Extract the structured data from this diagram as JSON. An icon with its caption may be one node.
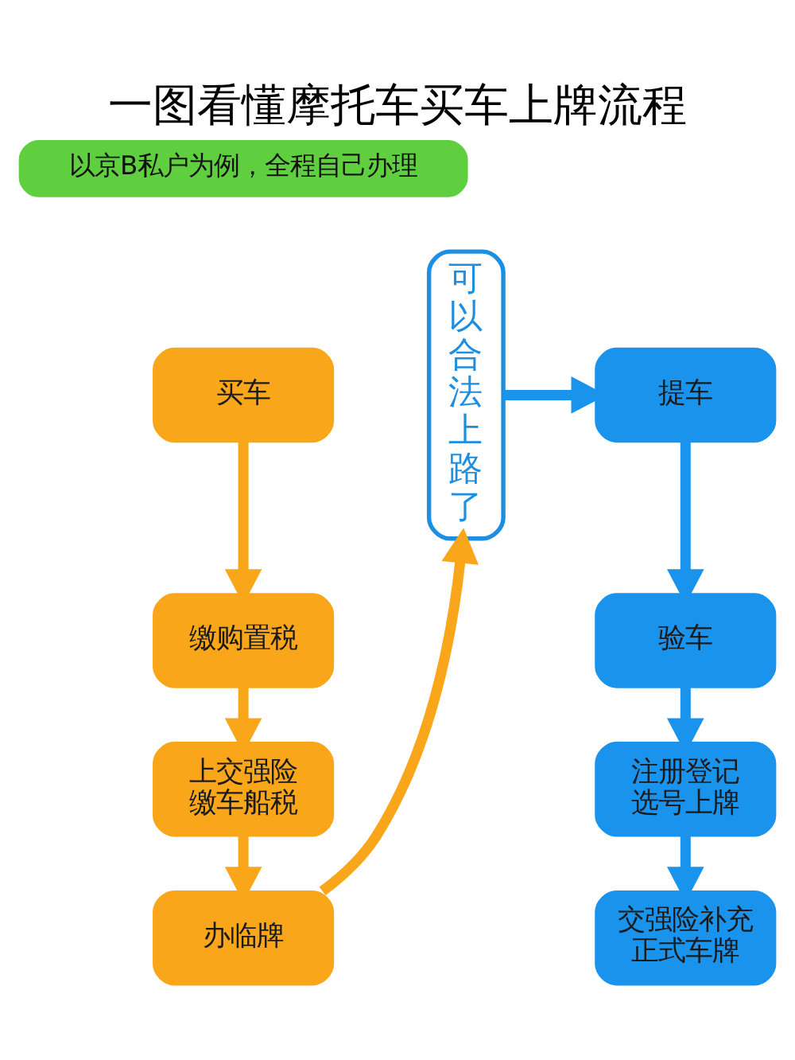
{
  "diagram": {
    "title": "一图看懂摩托车买车上牌流程",
    "nodes": [
      {
        "text": [
          "以京B私户为例，全程自己办理"
        ]
      },
      {
        "text": [
          "买车"
        ]
      },
      {
        "text": [
          "缴购置税"
        ]
      },
      {
        "text": [
          "上交强险缴车船税"
        ]
      },
      {
        "text": [
          "办临牌"
        ]
      },
      {
        "text": [
          "可以合法上路了"
        ]
      },
      {
        "text": [
          "提车"
        ]
      },
      {
        "text": [
          "验车"
        ]
      },
      {
        "text": [
          "注册登记选号上牌"
        ]
      },
      {
        "text": [
          "交强险补充正式车牌"
        ]
      }
    ],
    "edges": [
      {
        "from": 1,
        "to": 2,
        "arrow": "to",
        "color": "#f9a61a"
      },
      {
        "from": 2,
        "to": 3,
        "arrow": "to",
        "color": "#f9a61a"
      },
      {
        "from": 3,
        "to": 4,
        "arrow": "to",
        "color": "#f9a61a"
      },
      {
        "from": 4,
        "to": 5,
        "arrow": "to",
        "color": "#f9a61a"
      },
      {
        "from": 5,
        "to": 6,
        "arrow": "to",
        "color": "#1a93ec"
      },
      {
        "from": 6,
        "to": 7,
        "arrow": "to",
        "color": "#1a93ec"
      },
      {
        "from": 7,
        "to": 8,
        "arrow": "to",
        "color": "#1a93ec"
      },
      {
        "from": 8,
        "to": 9,
        "arrow": "to",
        "color": "#1a93ec"
      }
    ]
  }
}
